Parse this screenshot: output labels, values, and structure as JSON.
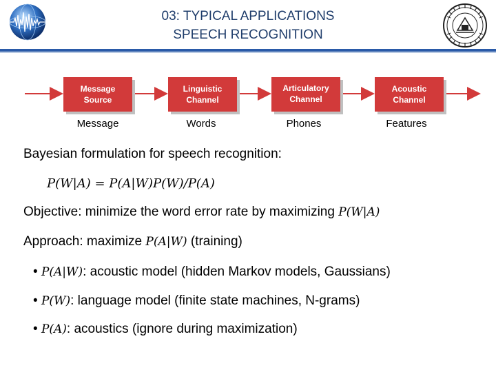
{
  "header": {
    "title_line1": "03: TYPICAL APPLICATIONS",
    "title_line2": "SPEECH RECOGNITION"
  },
  "diagram": {
    "boxes": [
      {
        "line1": "Message",
        "line2": "Source"
      },
      {
        "line1": "Linguistic",
        "line2": "Channel"
      },
      {
        "line1": "Articulatory",
        "line2": "Channel"
      },
      {
        "line1": "Acoustic",
        "line2": "Channel"
      }
    ],
    "outputs": [
      "Message",
      "Words",
      "Phones",
      "Features"
    ],
    "colors": {
      "box": "#d23a3a",
      "shadow": "#c0c0c0",
      "arrow": "#d23a3a"
    }
  },
  "content": {
    "bayes_label": "Bayesian formulation for speech recognition:",
    "bayes_eq": "P(W|A) = P(A|W)P(W)/P(A)",
    "objective_text": "Objective: minimize the word error rate by maximizing",
    "objective_math": "P(W|A)",
    "approach_text": "Approach: maximize",
    "approach_math": "P(A|W)",
    "approach_suffix": "(training)",
    "bullets": [
      {
        "math": "P(A|W)",
        "text": ": acoustic model (hidden Markov models, Gaussians)"
      },
      {
        "math": "P(W)",
        "text": ": language model (finite state machines, N-grams)"
      },
      {
        "math": "P(A)",
        "text": ": acoustics (ignore during maximization)"
      }
    ]
  }
}
